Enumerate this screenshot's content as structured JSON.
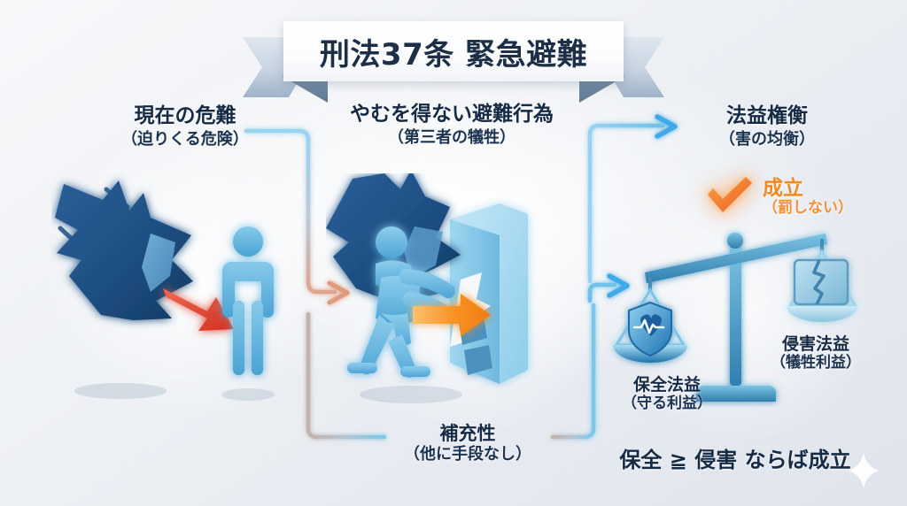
{
  "title": {
    "text": "刑法37条 緊急避難"
  },
  "sections": [
    {
      "id": "danger",
      "main": "現在の危難",
      "sub": "（迫りくる危険）",
      "illustration": "falling-debris-threatening-person"
    },
    {
      "id": "act",
      "main": "やむを得ない避難行為",
      "sub": "（第三者の犠牲）",
      "illustration": "person-breaking-third-party-wall"
    },
    {
      "id": "balance",
      "main": "法益権衡",
      "sub": "（害の均衡）",
      "illustration": "balance-scale"
    }
  ],
  "success_badge": {
    "icon": "orange-check-icon",
    "main": "成立",
    "sub": "（罰しない）"
  },
  "scale": {
    "left_pan": {
      "icon": "shield-heartbeat-icon",
      "main": "保全法益",
      "sub": "（守る利益）"
    },
    "right_pan": {
      "icon": "broken-box-icon",
      "main": "侵害法益",
      "sub": "（犠牲利益）"
    }
  },
  "subsidiarity": {
    "main": "補充性",
    "sub": "（他に手段なし）"
  },
  "formula": {
    "text": "保全 ≧ 侵害 ならば成立"
  },
  "colors": {
    "background": "#eef1f5",
    "ink": "#152a44",
    "danger_shard": "#1d4f82",
    "danger_arrow": "#e0392b",
    "person": "#6ab6e0",
    "wall": "#8ecdea",
    "act_arrow": "#f79121",
    "accent_blue": "#3fa9e8",
    "connector_peach": "#dda58e",
    "success_orange": "#f08a22",
    "ribbon_tail": "#9fb3c8"
  }
}
